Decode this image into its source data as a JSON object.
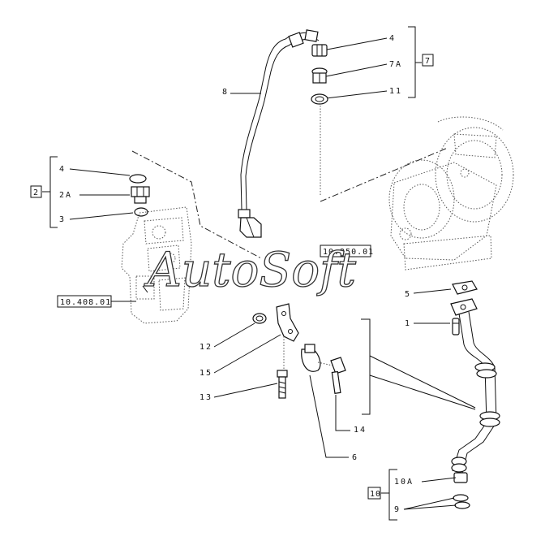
{
  "callouts": {
    "top_4": "4",
    "top_7a": "7A",
    "top_11": "11",
    "group_top": "7",
    "pipe_8": "8",
    "left_4": "4",
    "left_2a": "2A",
    "left_3": "3",
    "group_left": "2",
    "ref_left": "10.408.01",
    "ref_turbo": "10.250.01",
    "right_5": "5",
    "right_1": "1",
    "bot_12": "12",
    "bot_15": "15",
    "bot_13": "13",
    "bot_14": "14",
    "bot_6": "6",
    "group_bottom": "10",
    "bot_10a": "10A",
    "bot_9": "9"
  },
  "watermark": "AutoSoft",
  "colors": {
    "line": "#111111",
    "dotted": "#555555"
  }
}
